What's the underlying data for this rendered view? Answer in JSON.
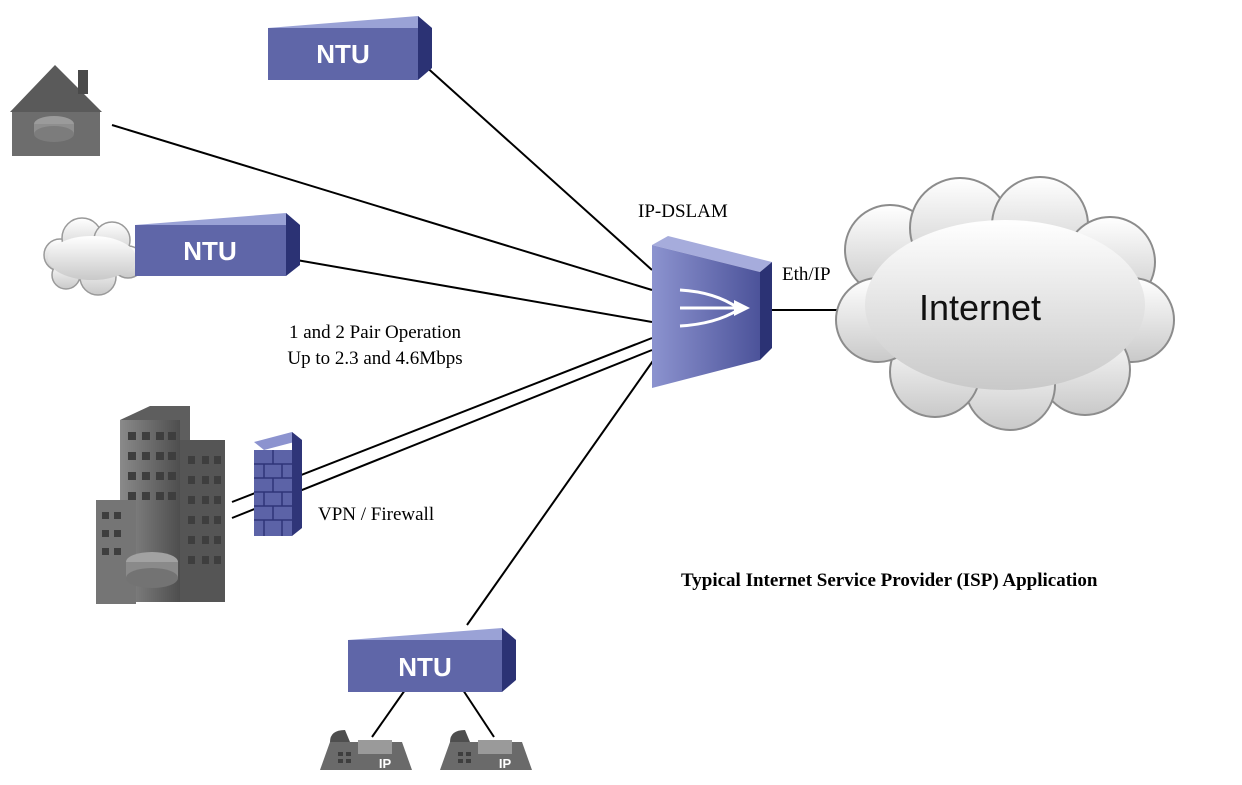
{
  "labels": {
    "dslam": "IP-DSLAM",
    "eth_ip": "Eth/IP",
    "internet": "Internet",
    "pair_line1": "1 and 2 Pair Operation",
    "pair_line2": "Up to 2.3 and 4.6Mbps",
    "vpn_firewall": "VPN / Firewall",
    "caption": "Typical Internet Service Provider (ISP) Application"
  },
  "devices": {
    "ntu_top": "NTU",
    "ntu_cloud": "NTU",
    "ntu_bottom": "NTU",
    "phone_1": "IP",
    "phone_2": "IP"
  },
  "colors": {
    "ntu_front": "#5f66a8",
    "ntu_top": "#9aa2d6",
    "ntu_side": "#2b3274",
    "building": "#6d6d6d",
    "firewall": "#5c63a7",
    "cloud": "#e2e2e2",
    "line": "#000000"
  }
}
